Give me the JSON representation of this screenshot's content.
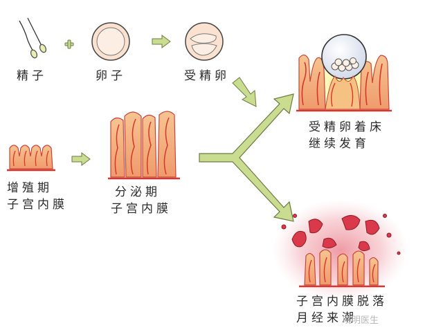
{
  "labels": {
    "sperm": "精子",
    "egg": "卵子",
    "fertilized_egg": "受精卵",
    "proliferative_line1": "增殖期",
    "proliferative_line2": "子宫内膜",
    "secretory_line1": "分泌期",
    "secretory_line2": "子宫内膜",
    "implantation_line1": "受精卵着床",
    "implantation_line2": "继续发育",
    "shedding_line1": "子宫内膜脱落",
    "shedding_line2": "月经来潮"
  },
  "watermark": "晓明医生",
  "colors": {
    "arrow": "#c9dc8f",
    "arrow_stroke": "#6d7a45",
    "tissue_fill": "#f4b37c",
    "tissue_vessel": "#d8342c",
    "blood": "#d9394a",
    "egg_fill": "#fde9d9",
    "sphere_fill": "#dde6f2"
  },
  "icons": {
    "plus": "plus-icon",
    "arrow": "arrow-right-icon"
  }
}
